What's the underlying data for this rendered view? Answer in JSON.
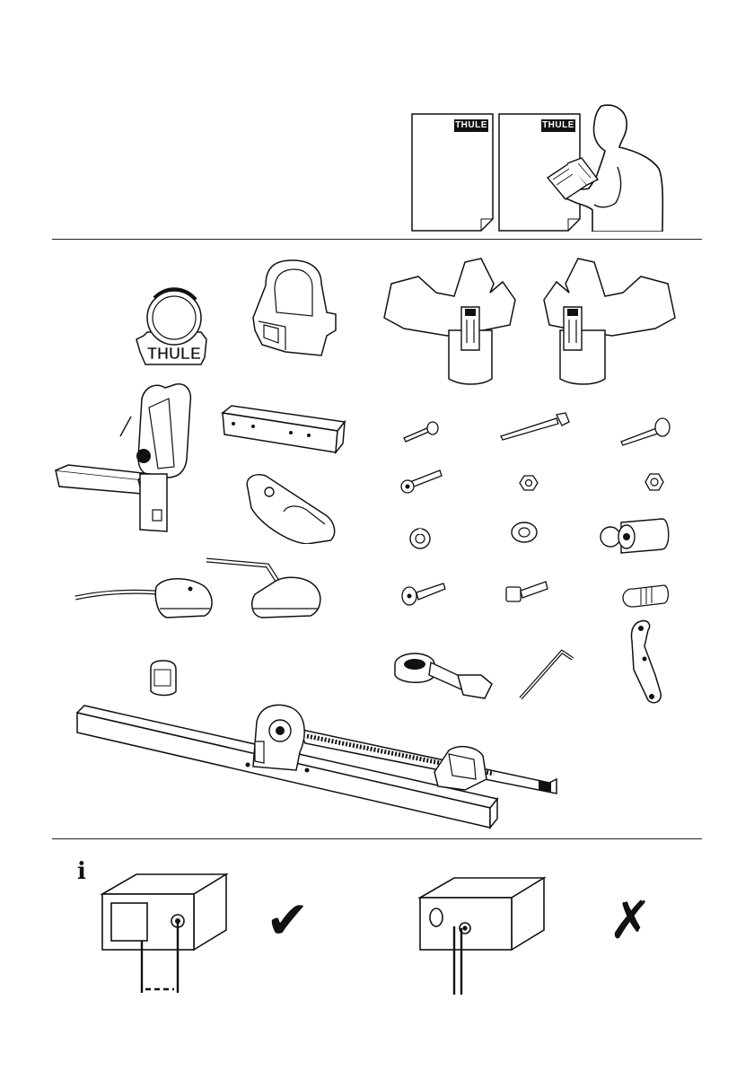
{
  "manual": {
    "brand_label": "THULE",
    "doc_count": 2,
    "info_symbol": "i",
    "ok_symbol": "✔",
    "bad_symbol": "✗"
  },
  "parts": {
    "names": [
      "thule-lock-cover",
      "hitch-cover",
      "wheel-cradle-left",
      "wheel-cradle-right",
      "tilt-hinge-assembly",
      "square-tube",
      "end-cap",
      "bolt-short",
      "bolt-long",
      "bolt-carriage",
      "bolt-socket",
      "nut-1",
      "nut-2",
      "washer-split",
      "washer-flat",
      "lock-cylinder",
      "key-1",
      "key-2",
      "lock-core",
      "frame-arm-left",
      "frame-arm-right",
      "small-cap",
      "strap",
      "hex-key",
      "lock-bracket",
      "main-bar-with-ratchet"
    ]
  },
  "hitch_info": {
    "good_status": "correct",
    "bad_status": "incorrect"
  }
}
